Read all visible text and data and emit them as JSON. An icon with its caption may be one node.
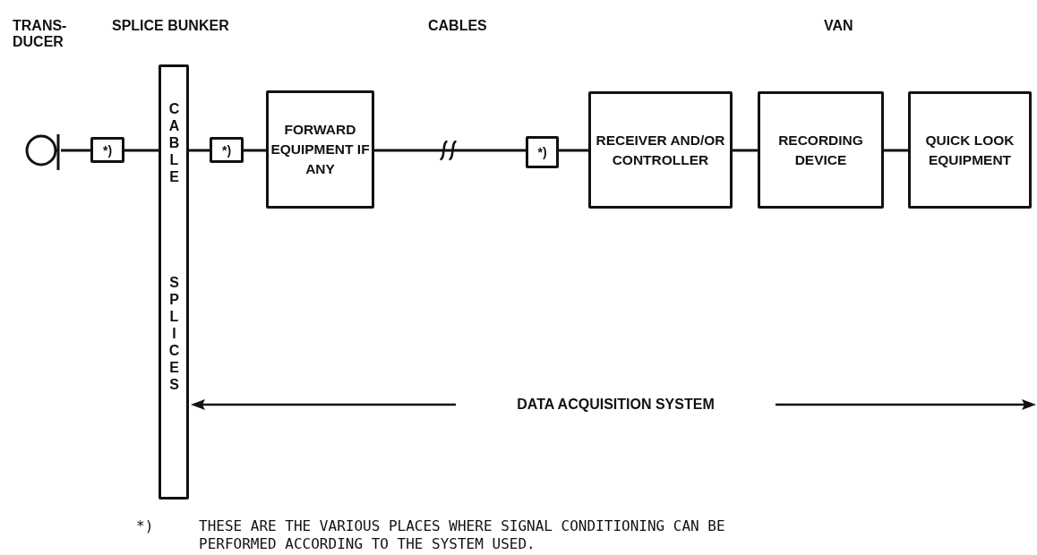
{
  "diagram": {
    "nodes": [
      {
        "text": [],
        "shape": "circle"
      },
      {
        "text": [
          "*)"
        ]
      },
      {
        "text": [
          "CABLE SPLICES"
        ]
      },
      {
        "text": [
          "*)"
        ]
      },
      {
        "text": [
          "FORWARD EQUIPMENT IF ANY"
        ]
      },
      {
        "text": [
          "*)"
        ]
      },
      {
        "text": [
          "RECEIVER AND/OR CONTROLLER"
        ]
      },
      {
        "text": [
          "RECORDING DEVICE"
        ]
      },
      {
        "text": [
          "QUICK LOOK EQUIPMENT"
        ]
      }
    ],
    "edges": [
      {
        "from": 0,
        "to": 1,
        "arrow": "none"
      },
      {
        "from": 1,
        "to": 2,
        "arrow": "none"
      },
      {
        "from": 2,
        "to": 3,
        "arrow": "none"
      },
      {
        "from": 3,
        "to": 4,
        "arrow": "none"
      },
      {
        "from": 4,
        "to": 5,
        "arrow": "none"
      },
      {
        "from": 5,
        "to": 6,
        "arrow": "none"
      },
      {
        "from": 6,
        "to": 7,
        "arrow": "none"
      },
      {
        "from": 7,
        "to": 8,
        "arrow": "none"
      }
    ],
    "labels": [
      "TRANS- DUCER",
      "SPLICE BUNKER",
      "CABLES",
      "VAN",
      "DATA ACQUISITION SYSTEM",
      "*)",
      "THESE ARE THE VARIOUS PLACES WHERE SIGNAL CONDITIONING CAN BE PERFORMED ACCORDING TO THE SYSTEM USED."
    ]
  }
}
